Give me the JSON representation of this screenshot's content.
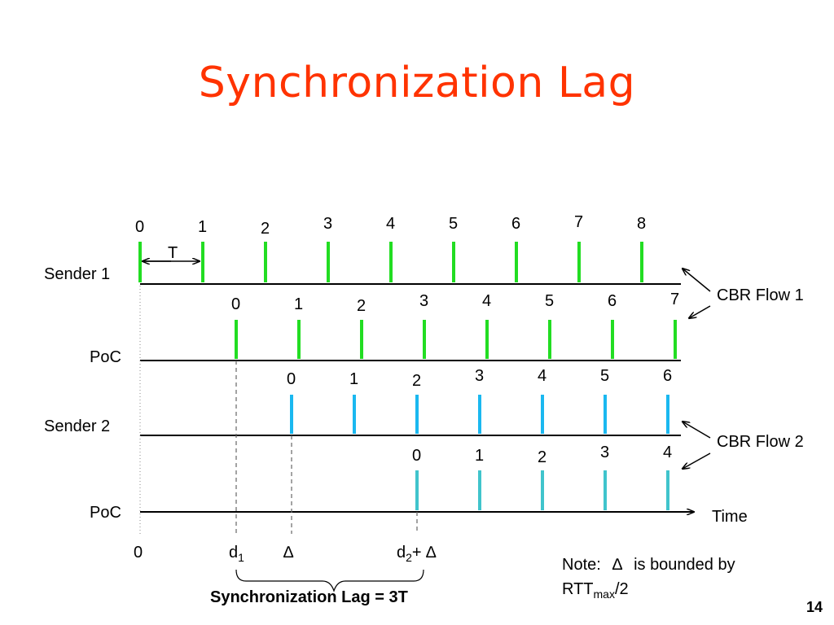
{
  "title": "Synchronization Lag",
  "page_number": "14",
  "colors": {
    "title": "#ff3300",
    "flow1": "#22dd22",
    "flow2": "#1ab8f0",
    "flow2_poc": "#40c4cc",
    "line": "#000000"
  },
  "rows": [
    {
      "label": "Sender 1",
      "labels": [
        "0",
        "1",
        "2",
        "3",
        "4",
        "5",
        "6",
        "7",
        "8"
      ]
    },
    {
      "label": "PoC",
      "labels": [
        "0",
        "1",
        "2",
        "3",
        "4",
        "5",
        "6",
        "7"
      ]
    },
    {
      "label": "Sender 2",
      "labels": [
        "0",
        "1",
        "2",
        "3",
        "4",
        "5",
        "6"
      ]
    },
    {
      "label": "PoC",
      "labels": [
        "0",
        "1",
        "2",
        "3",
        "4"
      ]
    }
  ],
  "period_label": "T",
  "flow_labels": [
    "CBR Flow 1",
    "CBR Flow 2"
  ],
  "axis_label": "Time",
  "time_markers": {
    "zero": "0",
    "d1_main": "d",
    "d1_sub": "1",
    "delta": "∆",
    "d2_main": "d",
    "d2_sub": "2",
    "d2_tail": "+ ∆"
  },
  "caption": "Synchronization Lag = 3T",
  "note": {
    "line1_a": "Note:",
    "delta": "∆",
    "line1_b": "is bounded by",
    "line2_main": "RTT",
    "line2_sub": "max",
    "line2_tail": "/2"
  }
}
